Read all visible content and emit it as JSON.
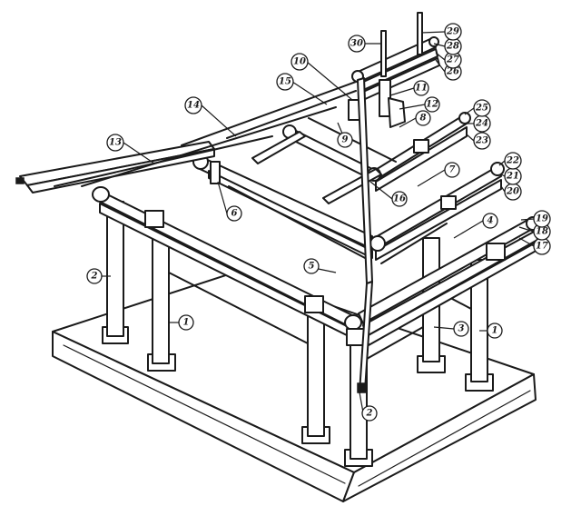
{
  "callouts": [
    {
      "id": "c1a",
      "label": "1"
    },
    {
      "id": "c1b",
      "label": "1"
    },
    {
      "id": "c2a",
      "label": "2"
    },
    {
      "id": "c2b",
      "label": "2"
    },
    {
      "id": "c3",
      "label": "3"
    },
    {
      "id": "c4",
      "label": "4"
    },
    {
      "id": "c5",
      "label": "5"
    },
    {
      "id": "c6",
      "label": "6"
    },
    {
      "id": "c7",
      "label": "7"
    },
    {
      "id": "c8",
      "label": "8"
    },
    {
      "id": "c9",
      "label": "9"
    },
    {
      "id": "c10",
      "label": "10"
    },
    {
      "id": "c11",
      "label": "11"
    },
    {
      "id": "c12",
      "label": "12"
    },
    {
      "id": "c13",
      "label": "13"
    },
    {
      "id": "c14",
      "label": "14"
    },
    {
      "id": "c15",
      "label": "15"
    },
    {
      "id": "c16",
      "label": "16"
    },
    {
      "id": "c17",
      "label": "17"
    },
    {
      "id": "c18",
      "label": "18"
    },
    {
      "id": "c19",
      "label": "19"
    },
    {
      "id": "c20",
      "label": "20"
    },
    {
      "id": "c21",
      "label": "21"
    },
    {
      "id": "c22",
      "label": "22"
    },
    {
      "id": "c23",
      "label": "23"
    },
    {
      "id": "c24",
      "label": "24"
    },
    {
      "id": "c25",
      "label": "25"
    },
    {
      "id": "c26",
      "label": "26"
    },
    {
      "id": "c27",
      "label": "27"
    },
    {
      "id": "c28",
      "label": "28"
    },
    {
      "id": "c29",
      "label": "29"
    },
    {
      "id": "c30",
      "label": "30"
    }
  ]
}
